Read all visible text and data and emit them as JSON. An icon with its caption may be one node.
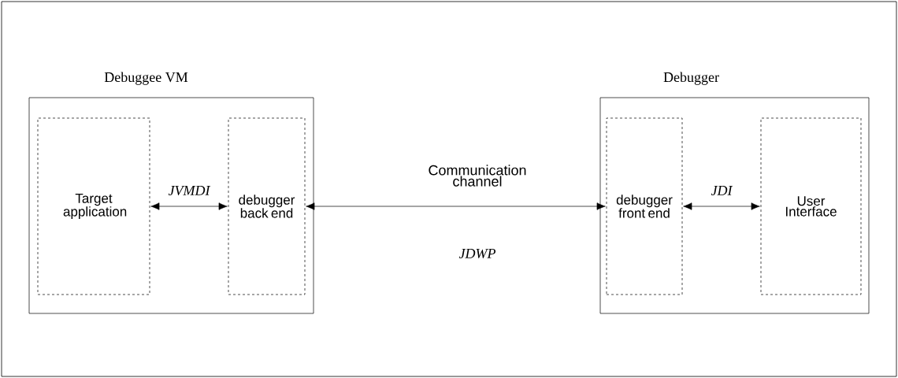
{
  "diagram": {
    "nodes": [
      {
        "text": [
          "Debuggee VM"
        ]
      },
      {
        "text": [
          "Target application"
        ],
        "in": 0
      },
      {
        "text": [
          "debugger back end"
        ],
        "in": 0
      },
      {
        "text": [
          "Debugger"
        ]
      },
      {
        "text": [
          "debugger front end"
        ],
        "in": 3
      },
      {
        "text": [
          "User Interface"
        ],
        "in": 3
      }
    ],
    "edges": [
      {
        "from": 1,
        "to": 2,
        "arrow": "both",
        "label": "JVMDI"
      },
      {
        "from": 2,
        "to": 4,
        "arrow": "both",
        "label": "JDWP"
      },
      {
        "from": 4,
        "to": 5,
        "arrow": "both",
        "label": "JDI"
      }
    ],
    "labels": [
      "Communication channel"
    ]
  }
}
